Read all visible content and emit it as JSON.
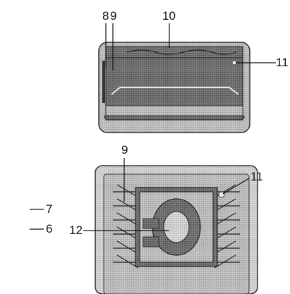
{
  "callouts": {
    "c8": "8",
    "c9_top": "9",
    "c10": "10",
    "c11_top": "11",
    "c9_bottom": "9",
    "c11_bottom": "11",
    "c12": "12",
    "c7": "7",
    "c6": "6"
  }
}
